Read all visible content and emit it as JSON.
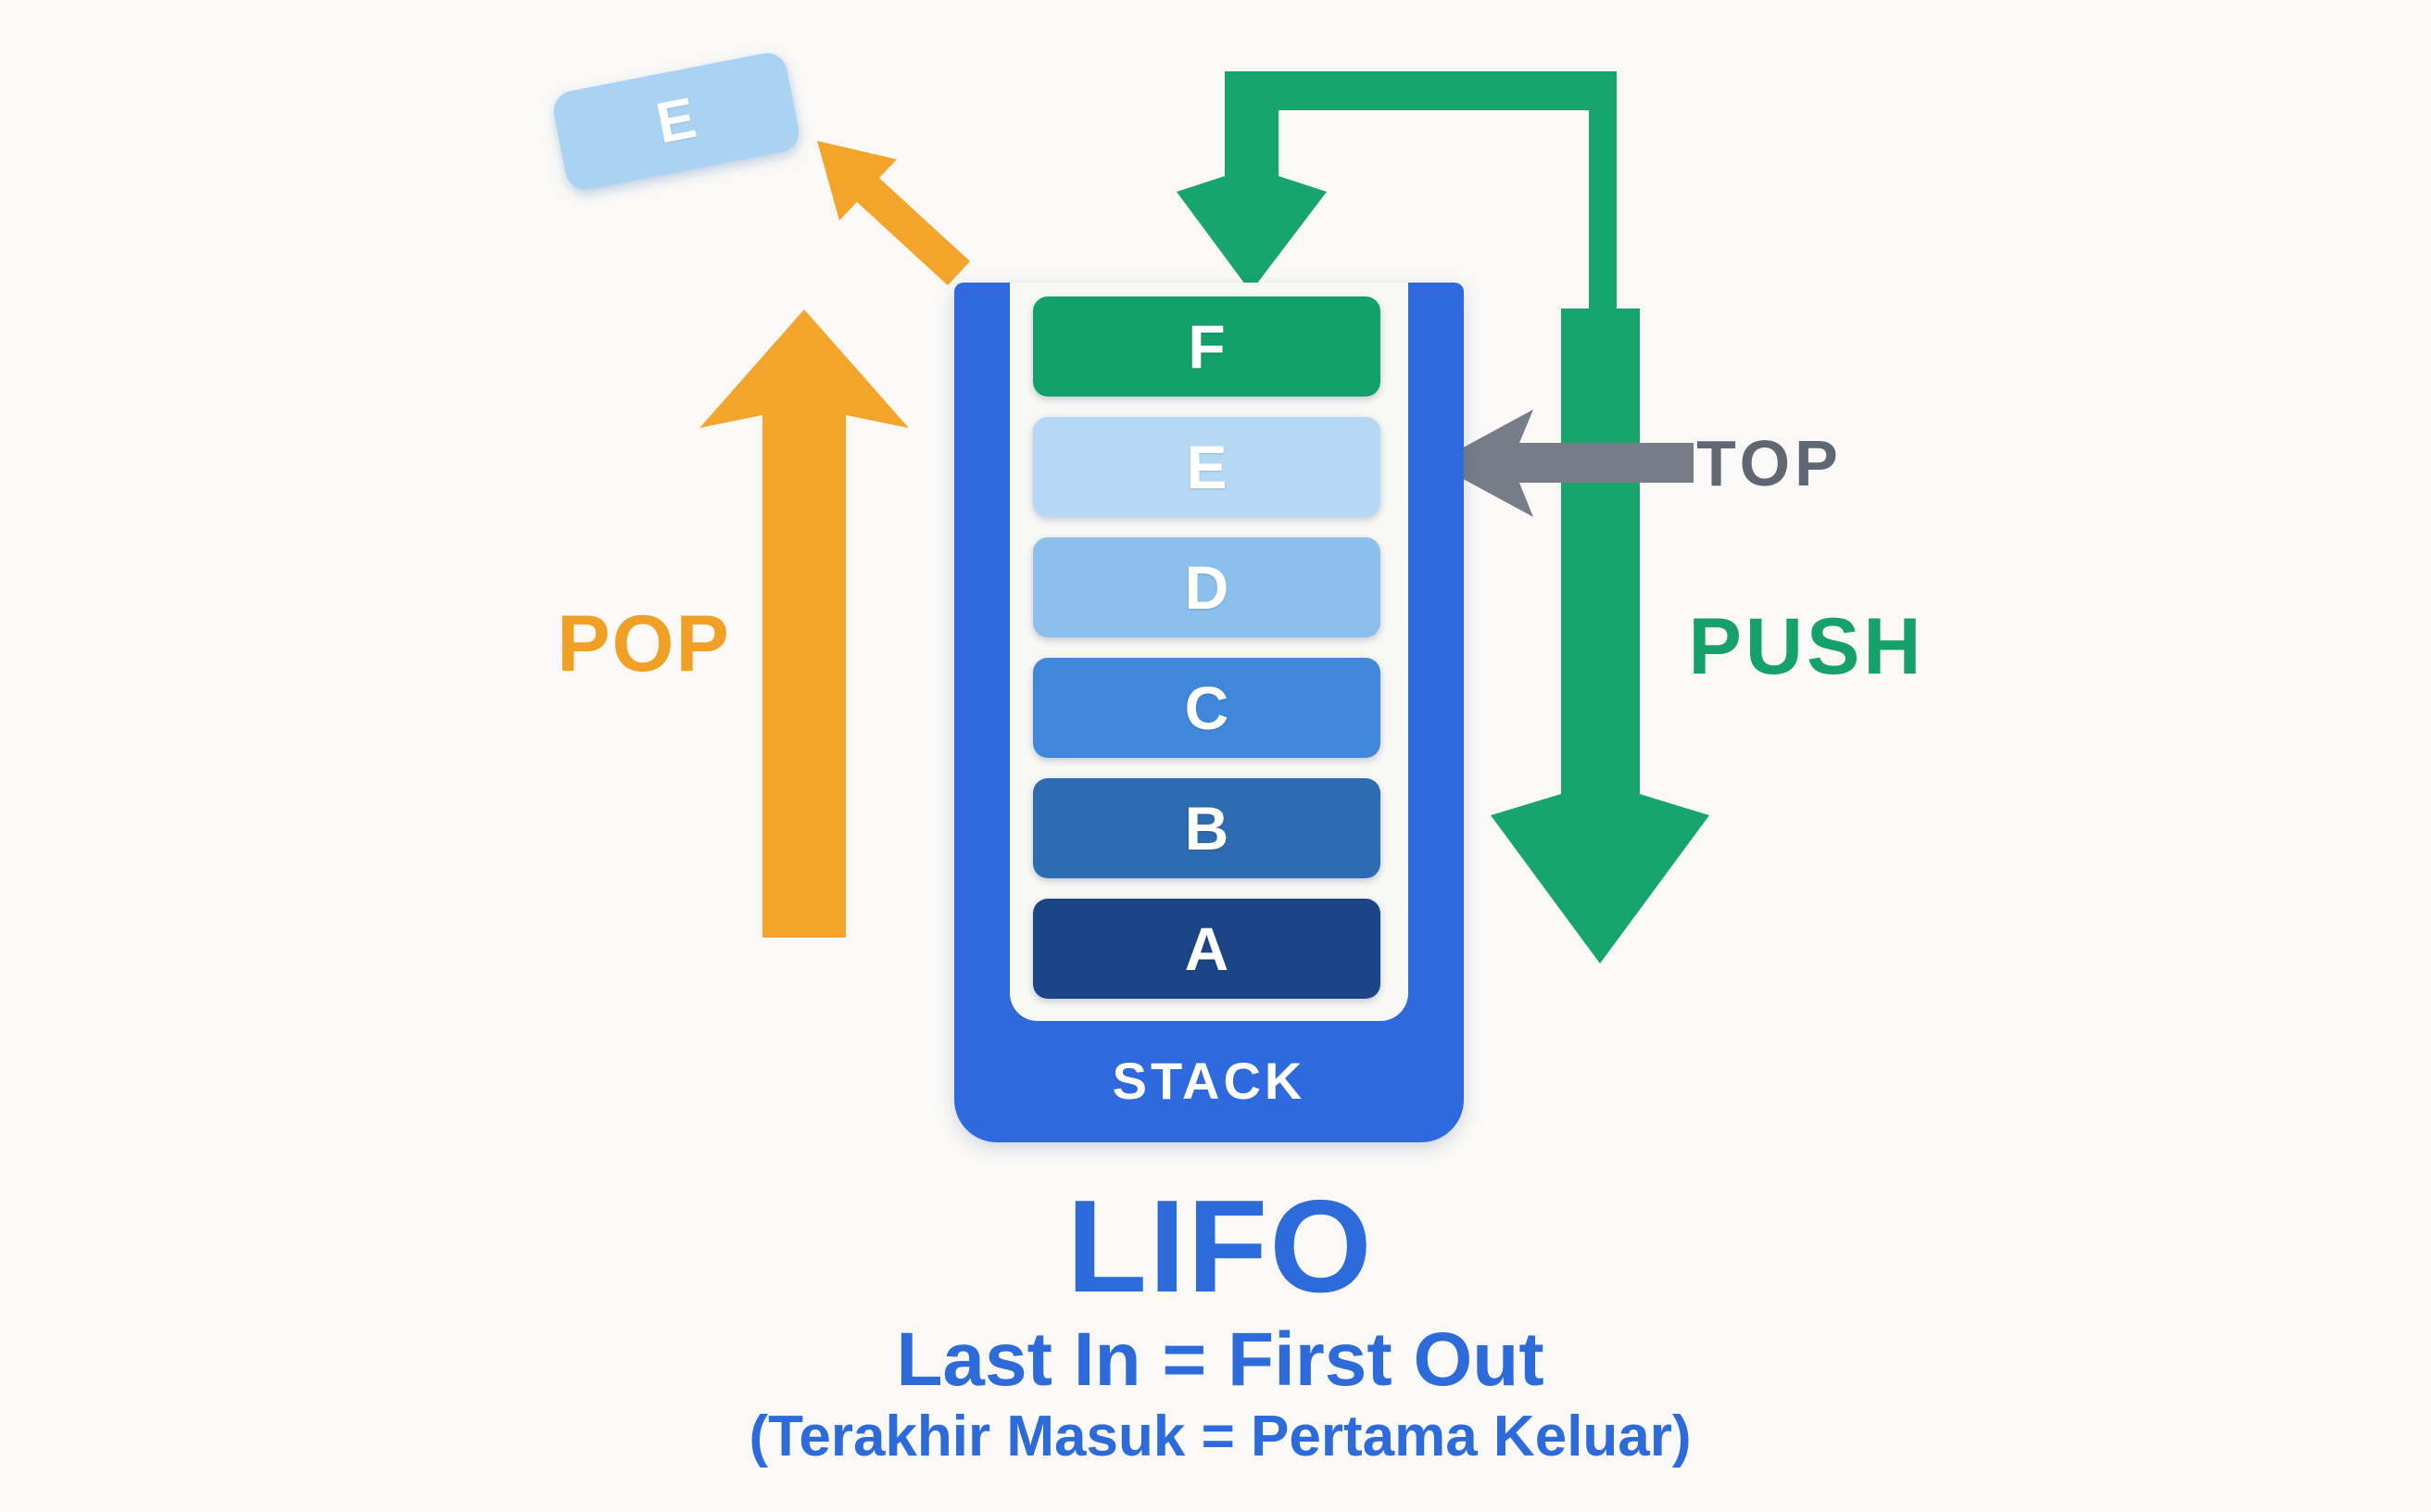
{
  "background": "#faf9f7",
  "stack": {
    "label": "STACK",
    "container_color": "#2e6ade",
    "panel_color": "#f8f8f5",
    "blocks": [
      {
        "letter": "F",
        "color": "#12a169"
      },
      {
        "letter": "E",
        "color": "#b5d8f5"
      },
      {
        "letter": "D",
        "color": "#8bbfec"
      },
      {
        "letter": "C",
        "color": "#3f87d8"
      },
      {
        "letter": "B",
        "color": "#2e6cb2"
      },
      {
        "letter": "A",
        "color": "#1b4586"
      }
    ]
  },
  "popped_item": {
    "letter": "E",
    "color": "#a9d2f3"
  },
  "operations": {
    "pop": "POP",
    "push": "PUSH",
    "top": "TOP"
  },
  "caption": {
    "acronym": "LIFO",
    "english": "Last In = First Out",
    "indonesian": "(Terakhir Masuk = Pertama Keluar)"
  },
  "colors": {
    "arrow_green": "#18a56d",
    "arrow_orange": "#f3a42a",
    "arrow_gray": "#767d87",
    "pop_text": "#f0a125",
    "push_text": "#16a06a",
    "top_text": "#5f6772",
    "caption_blue": "#2c6bd9"
  }
}
